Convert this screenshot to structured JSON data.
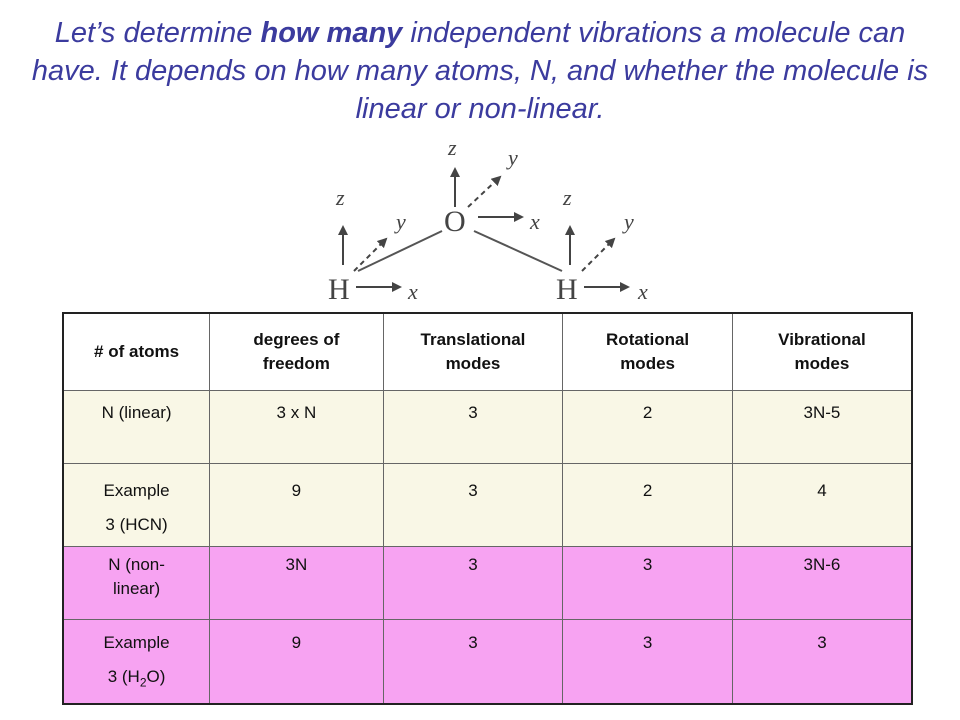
{
  "title": {
    "part1": "Let’s determine ",
    "emphasis": "how many",
    "part2": " independent vibrations a molecule can have.  It depends on how many atoms, N, and whether the molecule is  linear or non-linear."
  },
  "diagram": {
    "atoms": {
      "oxygen": "O",
      "hydrogen_left": "H",
      "hydrogen_right": "H"
    },
    "axes": {
      "x": "x",
      "y": "y",
      "z": "z"
    }
  },
  "table": {
    "headers": [
      {
        "line1": "# of atoms",
        "line2": ""
      },
      {
        "line1": "degrees of",
        "line2": "freedom"
      },
      {
        "line1": "Translational",
        "line2": "modes"
      },
      {
        "line1": "Rotational",
        "line2": "modes"
      },
      {
        "line1": "Vibrational",
        "line2": "modes"
      }
    ],
    "rows": [
      {
        "atoms_line1": "N (linear)",
        "atoms_line2": "",
        "dof": "3 x N",
        "translational": "3",
        "rotational": "2",
        "vibrational": "3N-5"
      },
      {
        "atoms_line1": "Example",
        "atoms_line2": "3 (HCN)",
        "dof": "9",
        "translational": "3",
        "rotational": "2",
        "vibrational": "4"
      },
      {
        "atoms_line1": "N (non-",
        "atoms_line2": "linear)",
        "dof": "3N",
        "translational": "3",
        "rotational": "3",
        "vibrational": "3N-6"
      },
      {
        "atoms_line1": "Example",
        "atoms_line2_pre": "3 (H",
        "atoms_line2_sub": "2",
        "atoms_line2_post": "O)",
        "dof": "9",
        "translational": "3",
        "rotational": "3",
        "vibrational": "3"
      }
    ],
    "colors": {
      "linear_row_bg": "#f9f7e6",
      "nonlinear_row_bg": "#f7a3f2",
      "title_color": "#3b3b9e"
    }
  }
}
